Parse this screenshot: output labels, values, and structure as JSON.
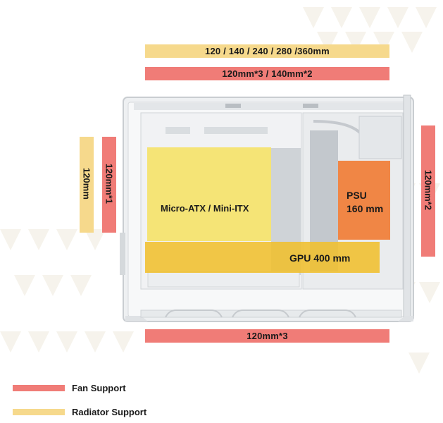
{
  "colors": {
    "fan": "#f07c77",
    "radiator": "#f6d98c",
    "motherboard": "#f5e05a",
    "gpu": "#f0bf2e",
    "psu": "#f0772e",
    "text": "#1a1a1a"
  },
  "top": {
    "radiator_label": "120 / 140 / 240 / 280 /360mm",
    "fan_label": "120mm*3 / 140mm*2"
  },
  "front": {
    "radiator_label": "120mm",
    "fan_label": "120mm*1"
  },
  "rear": {
    "fan_label": "120mm*2"
  },
  "bottom": {
    "fan_label": "120mm*3"
  },
  "components": {
    "motherboard": "Micro-ATX / Mini-ITX",
    "gpu": "GPU  400 mm",
    "psu_title": "PSU",
    "psu_length": "160 mm"
  },
  "legend": {
    "fan": "Fan Support",
    "radiator": "Radiator Support"
  }
}
